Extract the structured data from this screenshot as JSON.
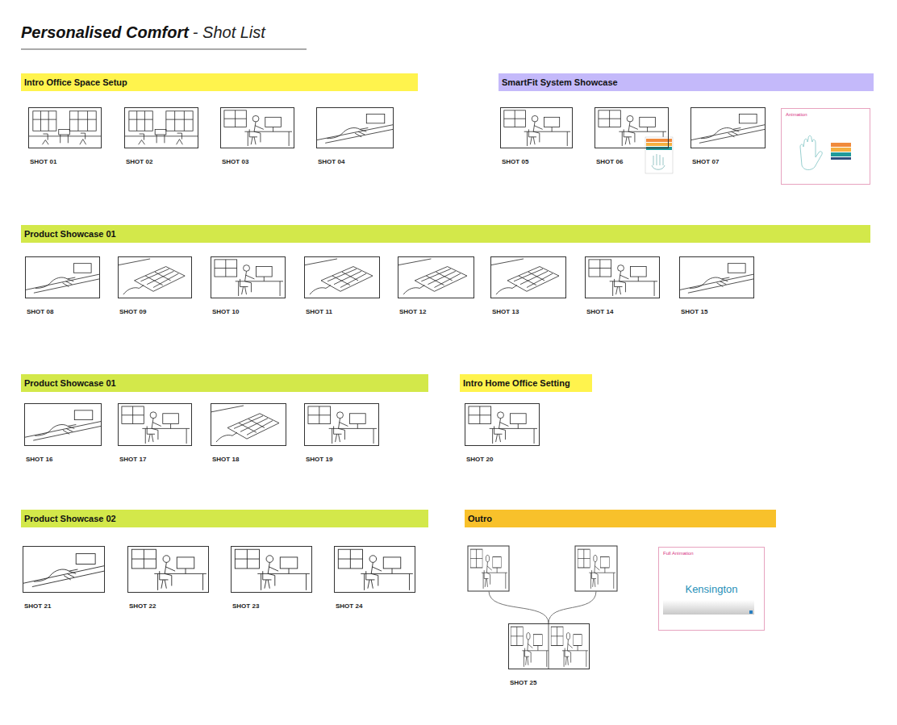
{
  "diagram": {
    "title": "Personalised Comfort",
    "nodes": [
      {
        "text": [
          "Intro Office Space Setup"
        ]
      },
      {
        "text": [
          "SHOT 01"
        ]
      },
      {
        "text": [
          "SHOT 02"
        ]
      },
      {
        "text": [
          "SHOT 03"
        ]
      },
      {
        "text": [
          "SHOT 04"
        ]
      },
      {
        "text": [
          "SmartFit System Showcase"
        ]
      },
      {
        "text": [
          "SHOT 05"
        ]
      },
      {
        "text": [
          "SHOT 06"
        ]
      },
      {
        "text": [
          "SHOT 07"
        ]
      },
      {
        "text": [
          "Animation"
        ]
      },
      {
        "text": [
          "Product Showcase 01"
        ]
      },
      {
        "text": [
          "SHOT 08"
        ]
      },
      {
        "text": [
          "SHOT 09"
        ]
      },
      {
        "text": [
          "SHOT 10"
        ]
      },
      {
        "text": [
          "SHOT 11"
        ]
      },
      {
        "text": [
          "SHOT 12"
        ]
      },
      {
        "text": [
          "SHOT 13"
        ]
      },
      {
        "text": [
          "SHOT 14"
        ]
      },
      {
        "text": [
          "SHOT 15"
        ]
      },
      {
        "text": [
          "Product Showcase 01"
        ]
      },
      {
        "text": [
          "SHOT 16"
        ]
      },
      {
        "text": [
          "SHOT 17"
        ]
      },
      {
        "text": [
          "SHOT 18"
        ]
      },
      {
        "text": [
          "SHOT 19"
        ]
      },
      {
        "text": [
          "Intro Home Office Setting"
        ]
      },
      {
        "text": [
          "SHOT 20"
        ]
      },
      {
        "text": [
          "Product Showcase 02"
        ]
      },
      {
        "text": [
          "SHOT 21"
        ]
      },
      {
        "text": [
          "SHOT 22"
        ]
      },
      {
        "text": [
          "SHOT 23"
        ]
      },
      {
        "text": [
          "SHOT 24"
        ]
      },
      {
        "text": [
          "Outro"
        ]
      },
      {
        "text": [
          "SHOT 25"
        ]
      },
      {
        "text": [
          "Full Animation",
          "Kensington"
        ]
      }
    ],
    "labels": [
      "- Shot List"
    ]
  }
}
